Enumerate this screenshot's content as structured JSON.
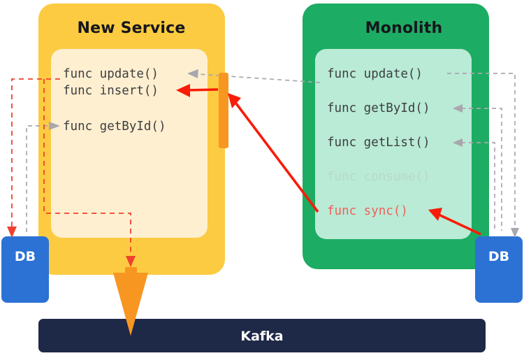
{
  "diagram": {
    "title_new_service": "New Service",
    "title_monolith": "Monolith",
    "kafka_label": "Kafka",
    "db_left_label": "DB",
    "db_right_label": "DB"
  },
  "new_service": {
    "functions": [
      {
        "label": "func update()",
        "state": "normal"
      },
      {
        "label": "func insert()",
        "state": "normal"
      },
      {
        "label": "func getById()",
        "state": "normal"
      }
    ]
  },
  "monolith": {
    "functions": [
      {
        "label": "func update()",
        "state": "normal"
      },
      {
        "label": "func getById()",
        "state": "normal"
      },
      {
        "label": "func getList()",
        "state": "normal"
      },
      {
        "label": "func consume()",
        "state": "disabled"
      },
      {
        "label": "func sync()",
        "state": "highlighted"
      }
    ]
  },
  "colors": {
    "new_service_bg": "#FCCB42",
    "new_service_panel": "#FEEFD0",
    "monolith_bg": "#1DAC63",
    "monolith_panel": "#B9EBD6",
    "db": "#2C72D5",
    "kafka": "#1E2847",
    "orange_accent": "#F89622",
    "red_arrow": "#F81C09",
    "red_dashed": "#F0402F",
    "gray_dashed": "#A9A6AD",
    "code_text": "#3E3E42",
    "code_disabled": "#B9D8C9",
    "code_highlight": "#F2605A"
  }
}
